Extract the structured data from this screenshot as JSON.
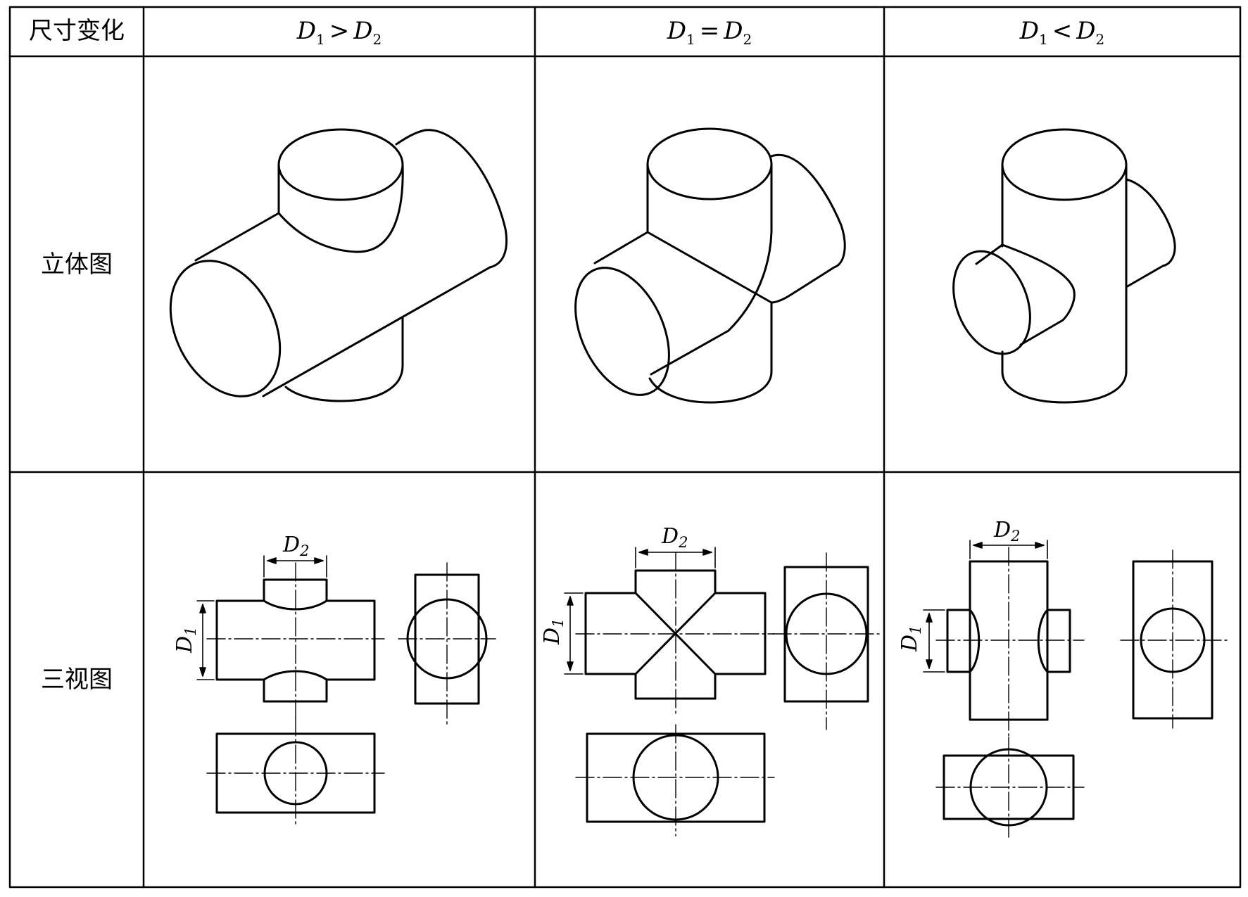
{
  "table": {
    "corner_label": "尺寸变化",
    "row_labels": {
      "iso": "立体图",
      "ortho": "三视图"
    },
    "columns": [
      {
        "var1": "D",
        "sub1": "1",
        "operator": ">",
        "var2": "D",
        "sub2": "2"
      },
      {
        "var1": "D",
        "sub1": "1",
        "operator": "=",
        "var2": "D",
        "sub2": "2"
      },
      {
        "var1": "D",
        "sub1": "1",
        "operator": "<",
        "var2": "D",
        "sub2": "2"
      }
    ]
  },
  "dimension_labels": {
    "d1_var": "D",
    "d1_sub": "1",
    "d2_var": "D",
    "d2_sub": "2"
  }
}
